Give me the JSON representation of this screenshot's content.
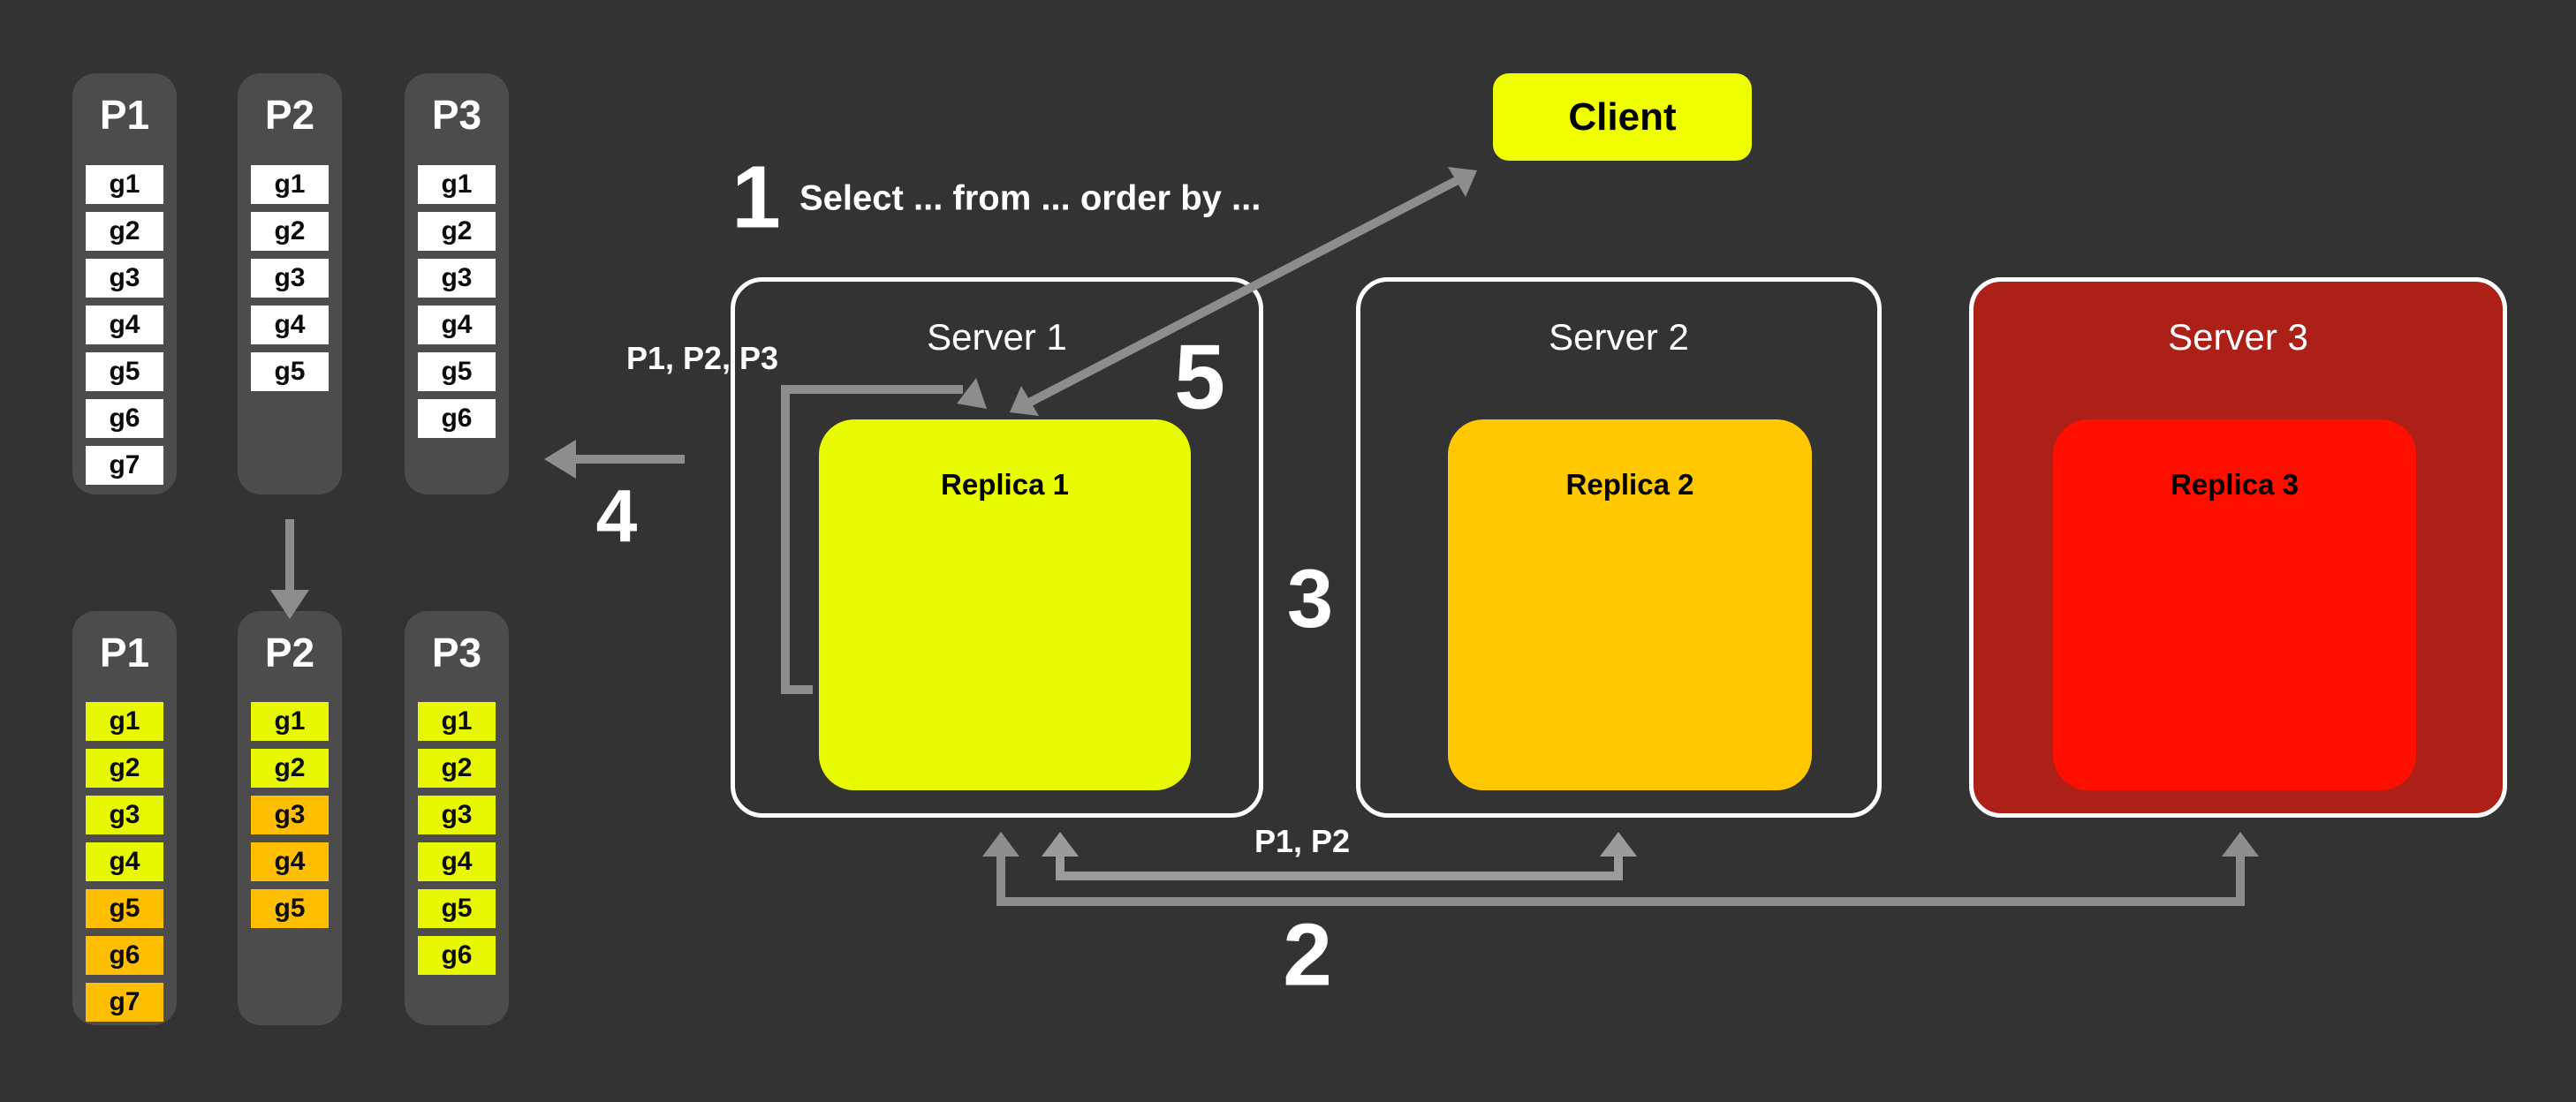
{
  "canvas": {
    "background": "#333333"
  },
  "client": {
    "label": "Client",
    "color": "#EFFF00"
  },
  "query_label": "Select ... from ... order by ...",
  "steps": [
    {
      "num": "1"
    },
    {
      "num": "2"
    },
    {
      "num": "3"
    },
    {
      "num": "4"
    },
    {
      "num": "5"
    }
  ],
  "flow_labels": {
    "partitions_to_replica": "P1, P2, P3",
    "partitions_fetched": "P1, P2"
  },
  "servers": [
    {
      "name": "Server 1",
      "replica": "Replica 1",
      "replica_color": "#E8FB00"
    },
    {
      "name": "Server 2",
      "replica": "Replica 2",
      "replica_color": "#FFC800"
    },
    {
      "name": "Server 3",
      "replica": "Replica 3",
      "replica_color": "#FF0F00",
      "box_color": "#AC2017"
    }
  ],
  "arrow_colors": {
    "main": "#8D8D8D",
    "light": "#9B9B9B"
  },
  "partitions_top": {
    "columns": [
      {
        "label": "P1",
        "cells": [
          {
            "label": "g1",
            "state": "white"
          },
          {
            "label": "g2",
            "state": "white"
          },
          {
            "label": "g3",
            "state": "white"
          },
          {
            "label": "g4",
            "state": "white"
          },
          {
            "label": "g5",
            "state": "white"
          },
          {
            "label": "g6",
            "state": "white"
          },
          {
            "label": "g7",
            "state": "white"
          }
        ]
      },
      {
        "label": "P2",
        "cells": [
          {
            "label": "g1",
            "state": "white"
          },
          {
            "label": "g2",
            "state": "white"
          },
          {
            "label": "g3",
            "state": "white"
          },
          {
            "label": "g4",
            "state": "white"
          },
          {
            "label": "g5",
            "state": "white"
          }
        ]
      },
      {
        "label": "P3",
        "cells": [
          {
            "label": "g1",
            "state": "white"
          },
          {
            "label": "g2",
            "state": "white"
          },
          {
            "label": "g3",
            "state": "white"
          },
          {
            "label": "g4",
            "state": "white"
          },
          {
            "label": "g5",
            "state": "white"
          },
          {
            "label": "g6",
            "state": "white"
          }
        ]
      }
    ]
  },
  "partitions_bottom": {
    "columns": [
      {
        "label": "P1",
        "cells": [
          {
            "label": "g1",
            "state": "yellow"
          },
          {
            "label": "g2",
            "state": "yellow"
          },
          {
            "label": "g3",
            "state": "yellow"
          },
          {
            "label": "g4",
            "state": "yellow"
          },
          {
            "label": "g5",
            "state": "orange"
          },
          {
            "label": "g6",
            "state": "orange"
          },
          {
            "label": "g7",
            "state": "orange"
          }
        ]
      },
      {
        "label": "P2",
        "cells": [
          {
            "label": "g1",
            "state": "yellow"
          },
          {
            "label": "g2",
            "state": "yellow"
          },
          {
            "label": "g3",
            "state": "orange"
          },
          {
            "label": "g4",
            "state": "orange"
          },
          {
            "label": "g5",
            "state": "orange"
          }
        ]
      },
      {
        "label": "P3",
        "cells": [
          {
            "label": "g1",
            "state": "yellow"
          },
          {
            "label": "g2",
            "state": "yellow"
          },
          {
            "label": "g3",
            "state": "yellow"
          },
          {
            "label": "g4",
            "state": "yellow"
          },
          {
            "label": "g5",
            "state": "yellow"
          },
          {
            "label": "g6",
            "state": "yellow"
          }
        ]
      }
    ]
  }
}
